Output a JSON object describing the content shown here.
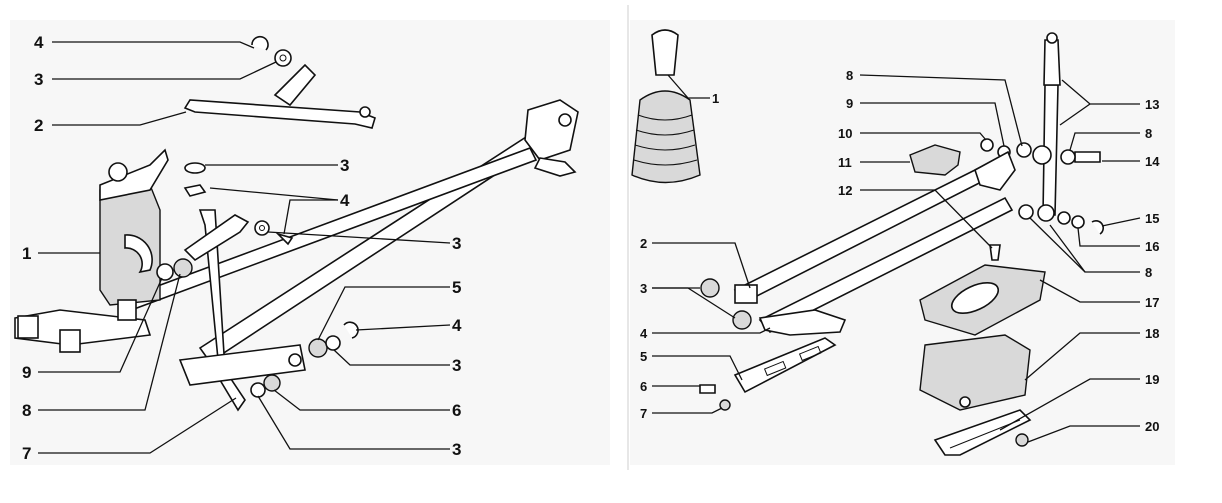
{
  "left_panel": {
    "labels_left": [
      "4",
      "3",
      "2",
      "1",
      "9",
      "8",
      "7"
    ],
    "labels_right": [
      "3",
      "4",
      "3",
      "5",
      "4",
      "3",
      "6",
      "3"
    ]
  },
  "right_panel": {
    "labels_left": [
      "1",
      "8",
      "9",
      "10",
      "11",
      "12",
      "2",
      "3",
      "4",
      "5",
      "6",
      "7"
    ],
    "labels_right": [
      "13",
      "8",
      "14",
      "15",
      "16",
      "8",
      "17",
      "18",
      "19",
      "20"
    ]
  },
  "colors": {
    "line": "#111111",
    "background": "#ffffff",
    "panel": "#f7f7f7"
  }
}
